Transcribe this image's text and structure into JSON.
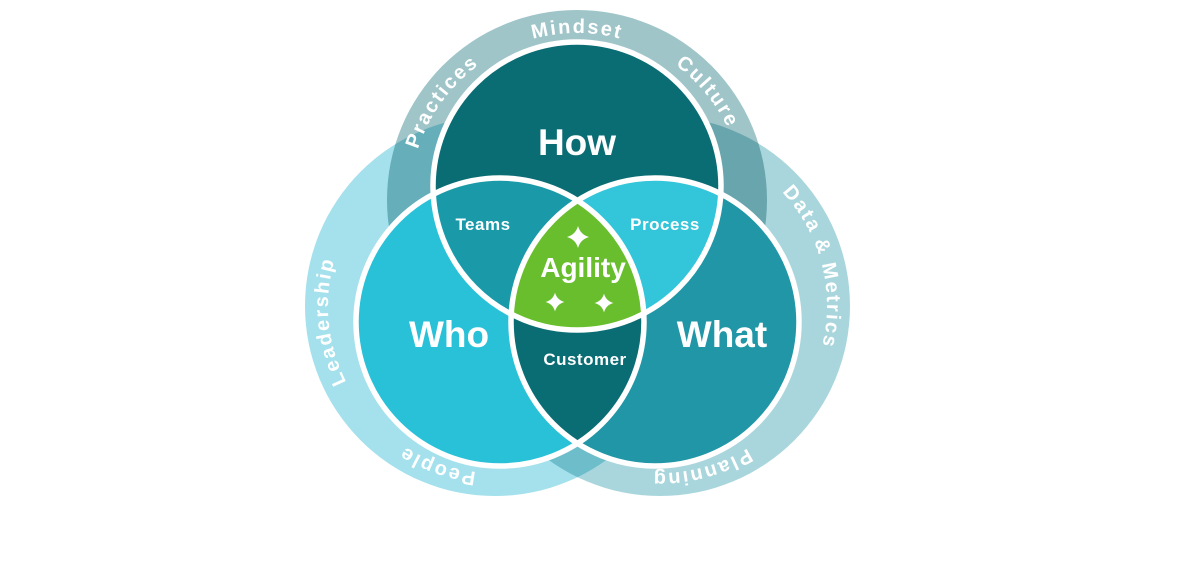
{
  "venn": {
    "center": {
      "label": "Agility",
      "decoration": "sparkle-icon",
      "sparkle_count": 3
    },
    "circles": {
      "how": {
        "label": "How",
        "ring_labels": {
          "left": "Practices",
          "top": "Mindset",
          "right": "Culture"
        }
      },
      "who": {
        "label": "Who",
        "ring_labels": {
          "side": "Leadership",
          "bottom": "People"
        }
      },
      "what": {
        "label": "What",
        "ring_labels": {
          "side": "Data & Metrics",
          "bottom": "Planning"
        }
      }
    },
    "overlaps": {
      "how_who": {
        "label": "Teams"
      },
      "how_what": {
        "label": "Process"
      },
      "who_what": {
        "label": "Customer"
      }
    },
    "colors": {
      "how_circle": "#0b6d74",
      "who_circle": "#29c1d8",
      "what_circle": "#2096a6",
      "teams_overlap": "#1a9aa9",
      "process_overlap": "#33c5da",
      "customer_overlap": "#0b6d74",
      "agility_center": "#69be2e",
      "ring_top": "#9fc5c9",
      "ring_left": "#a4e1ec",
      "ring_right": "#a9d6dc",
      "label_text": "#ffffff"
    }
  }
}
